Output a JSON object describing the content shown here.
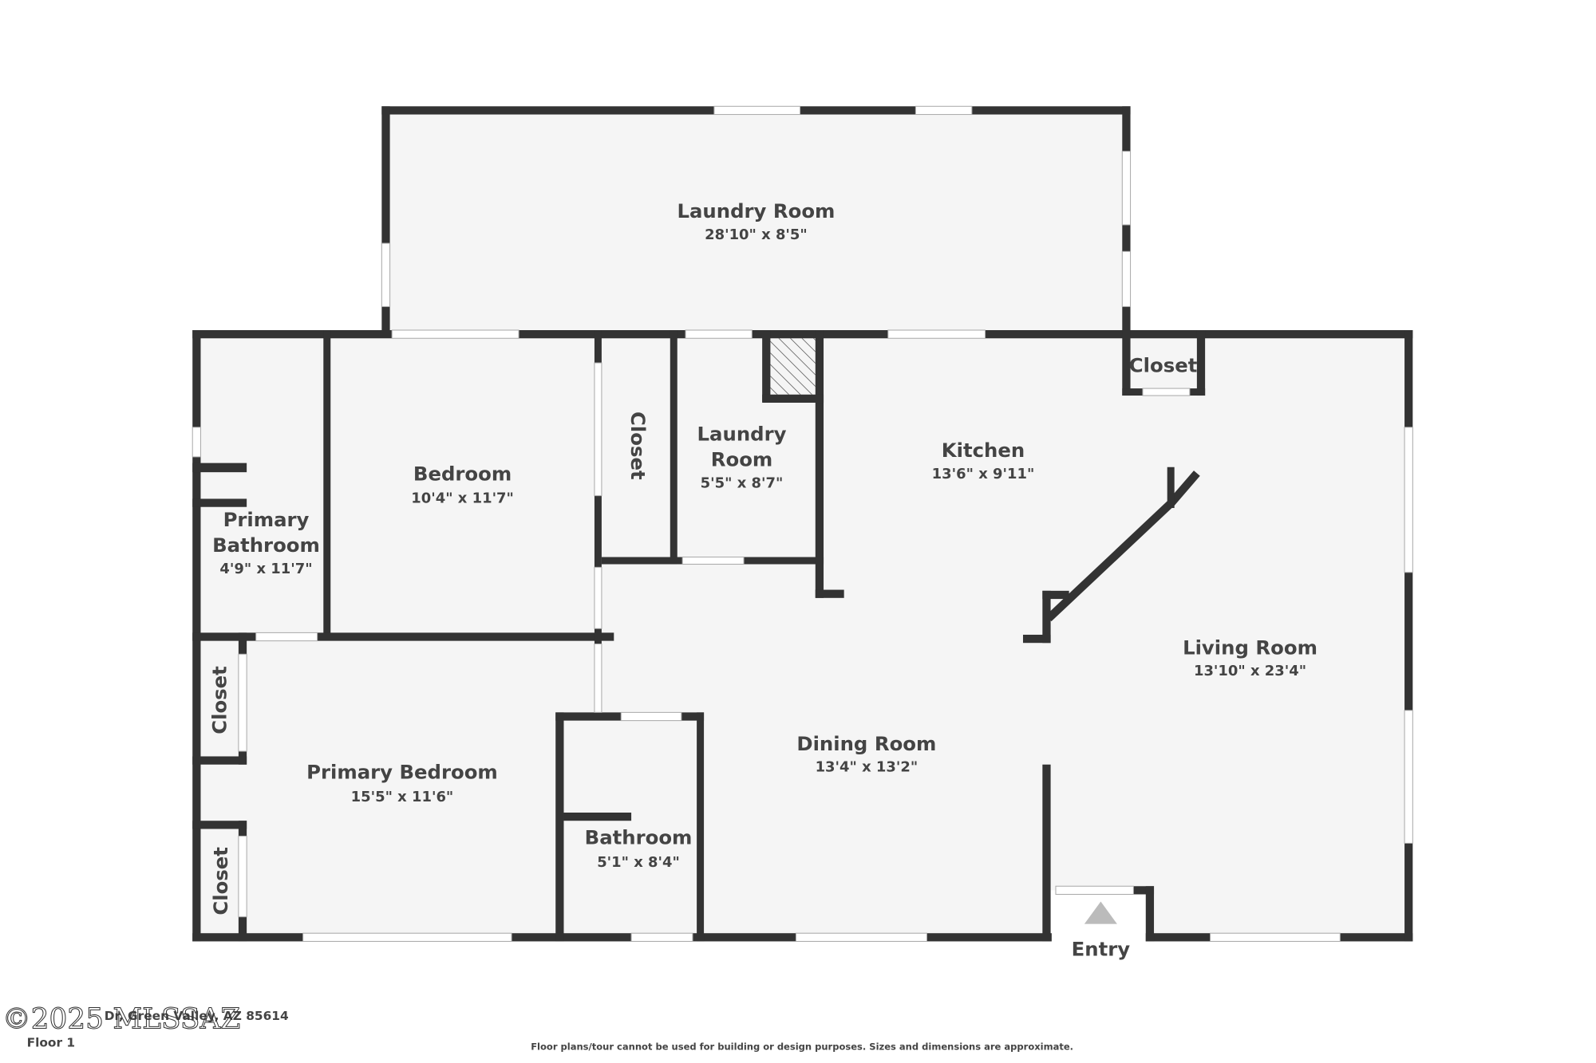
{
  "rooms": {
    "laundry_big": {
      "name": "Laundry Room",
      "dim": "28'10\" x 8'5\""
    },
    "bedroom": {
      "name": "Bedroom",
      "dim": "10'4\" x 11'7\""
    },
    "primary_bath": {
      "name1": "Primary",
      "name2": "Bathroom",
      "dim": "4'9\" x 11'7\""
    },
    "closet_vertical": {
      "name": "Closet"
    },
    "laundry_small": {
      "name1": "Laundry",
      "name2": "Room",
      "dim": "5'5\" x 8'7\""
    },
    "kitchen": {
      "name": "Kitchen",
      "dim": "13'6\" x 9'11\""
    },
    "kitchen_closet": {
      "name": "Closet"
    },
    "living": {
      "name": "Living Room",
      "dim": "13'10\" x 23'4\""
    },
    "dining": {
      "name": "Dining Room",
      "dim": "13'4\" x 13'2\""
    },
    "primary_bedroom": {
      "name": "Primary Bedroom",
      "dim": "15'5\" x 11'6\""
    },
    "bathroom": {
      "name": "Bathroom",
      "dim": "5'1\" x 8'4\""
    },
    "closet_pb_top": {
      "name": "Closet"
    },
    "closet_pb_bottom": {
      "name": "Closet"
    },
    "entry": {
      "name": "Entry"
    }
  },
  "footer": {
    "address": "Dr, Green Valley, AZ 85614",
    "floor": "Floor 1",
    "disclaimer": "Floor plans/tour cannot be used for building or design purposes. Sizes and dimensions are approximate.",
    "watermark": "©2025 MLSSAZ"
  },
  "colors": {
    "wall": "#333333",
    "floor": "#f5f5f5",
    "text": "#444444"
  }
}
